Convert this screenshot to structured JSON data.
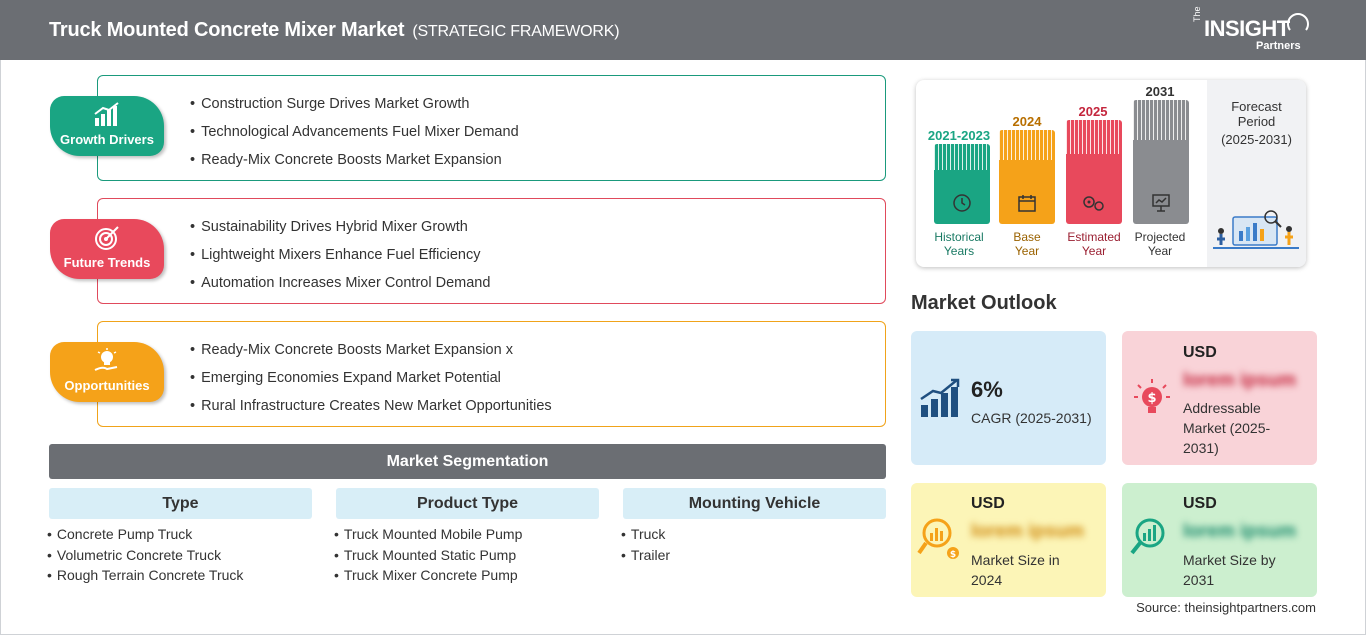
{
  "header": {
    "title": "Truck Mounted Concrete Mixer Market",
    "subtitle": "(STRATEGIC FRAMEWORK)",
    "logo_the": "The",
    "logo_insight": "INSIGHT",
    "logo_partners": "Partners"
  },
  "groups": [
    {
      "label": "Growth Drivers",
      "color": "#1aa583",
      "items": [
        "Construction Surge Drives Market Growth",
        "Technological Advancements Fuel Mixer Demand",
        "Ready-Mix Concrete Boosts Market Expansion"
      ]
    },
    {
      "label": "Future Trends",
      "color": "#e8495c",
      "items": [
        "Sustainability Drives Hybrid Mixer Growth",
        "Lightweight Mixers Enhance Fuel Efficiency",
        "Automation Increases Mixer Control Demand"
      ]
    },
    {
      "label": "Opportunities",
      "color": "#f5a219",
      "items": [
        "Ready-Mix Concrete Boosts Market Expansion x",
        "Emerging Economies Expand Market Potential",
        "Rural Infrastructure Creates New Market Opportunities"
      ]
    }
  ],
  "segmentation": {
    "title": "Market Segmentation",
    "columns": [
      {
        "heading": "Type",
        "items": [
          "Concrete Pump Truck",
          "Volumetric Concrete Truck",
          "Rough Terrain Concrete Truck"
        ]
      },
      {
        "heading": "Product Type",
        "items": [
          "Truck Mounted Mobile Pump",
          "Truck Mounted Static Pump",
          "Truck Mixer Concrete Pump"
        ]
      },
      {
        "heading": "Mounting Vehicle",
        "items": [
          "Truck",
          "Trailer"
        ]
      }
    ]
  },
  "timeline": {
    "periods": [
      {
        "year": "2021-2023",
        "caption_1": "Historical",
        "caption_2": "Years",
        "color": "#1aa583",
        "icon": "history-icon"
      },
      {
        "year": "2024",
        "caption_1": "Base",
        "caption_2": "Year",
        "color": "#f5a219",
        "icon": "calendar-icon"
      },
      {
        "year": "2025",
        "caption_1": "Estimated",
        "caption_2": "Year",
        "color": "#e8495c",
        "icon": "gears-icon"
      },
      {
        "year": "2031",
        "caption_1": "Projected",
        "caption_2": "Year",
        "color": "#8a8c90",
        "icon": "presentation-icon"
      }
    ],
    "forecast_title_1": "Forecast",
    "forecast_title_2": "Period",
    "forecast_range": "(2025-2031)"
  },
  "outlook": {
    "title": "Market Outlook",
    "cagr_value": "6%",
    "cagr_label": "CAGR (2025-2031)",
    "addressable_usd": "USD",
    "addressable_value": "lorem ipsum",
    "addressable_label_1": "Addressable",
    "addressable_label_2": "Market (2025-",
    "addressable_label_3": "2031)",
    "size24_usd": "USD",
    "size24_value": "lorem ipsum",
    "size24_label_1": "Market Size in",
    "size24_label_2": "2024",
    "size31_usd": "USD",
    "size31_value": "lorem ipsum",
    "size31_label_1": "Market Size by",
    "size31_label_2": "2031"
  },
  "source": "Source: theinsightpartners.com"
}
